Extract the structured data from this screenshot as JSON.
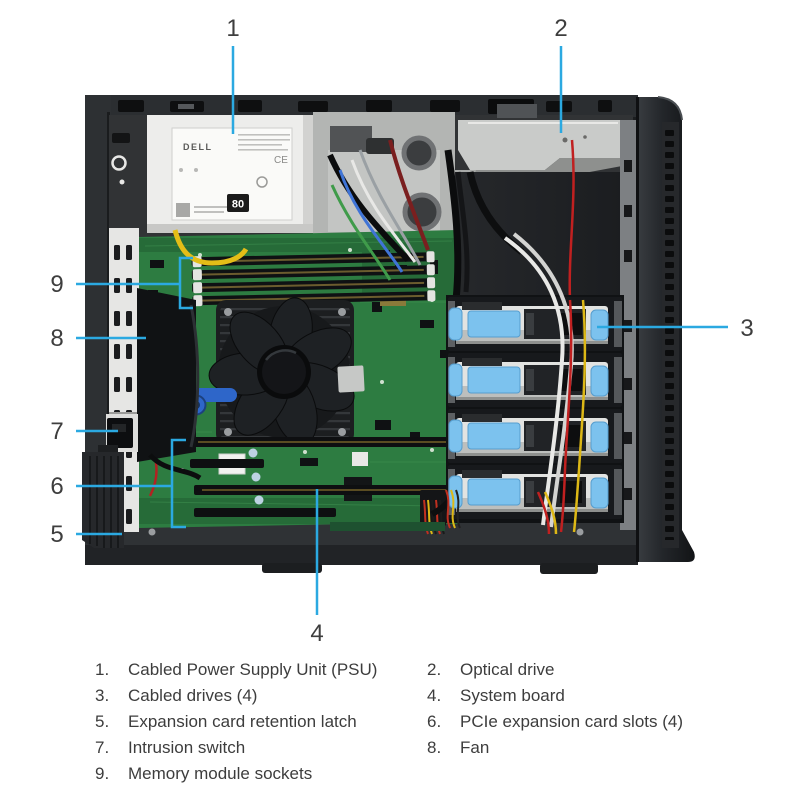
{
  "figure": {
    "description": "Inside view of a tower chassis with numbered callouts identifying internal components"
  },
  "colors": {
    "callout_line": "#2BA9E1",
    "callout_number": "#3E3E3E",
    "chassis_gray": "#393C3F",
    "bezel_dark": "#1F2124",
    "board_green": "#2D7C41",
    "psu_white": "#EDEDEB",
    "drive_clip_blue": "#7CC2EE",
    "metal_light": "#C9CBC9",
    "legend_text": "#3D3D3D"
  },
  "psu": {
    "brand": "DELL",
    "badge": "80",
    "cert": "CE"
  },
  "callouts": [
    {
      "number": "1",
      "label": "Cabled Power Supply Unit (PSU)"
    },
    {
      "number": "2",
      "label": "Optical drive"
    },
    {
      "number": "3",
      "label": "Cabled drives (4)"
    },
    {
      "number": "4",
      "label": "System board"
    },
    {
      "number": "5",
      "label": "Expansion card retention latch"
    },
    {
      "number": "6",
      "label": "PCIe expansion card slots (4)"
    },
    {
      "number": "7",
      "label": "Intrusion switch"
    },
    {
      "number": "8",
      "label": "Fan"
    },
    {
      "number": "9",
      "label": "Memory module sockets"
    }
  ],
  "legend": {
    "col1": [
      {
        "num": "1.",
        "label": "Cabled Power Supply Unit (PSU)"
      },
      {
        "num": "3.",
        "label": "Cabled drives (4)"
      },
      {
        "num": "5.",
        "label": "Expansion card retention latch"
      },
      {
        "num": "7.",
        "label": "Intrusion switch"
      },
      {
        "num": "9.",
        "label": "Memory module sockets"
      }
    ],
    "col2": [
      {
        "num": "2.",
        "label": "Optical drive"
      },
      {
        "num": "4.",
        "label": "System board"
      },
      {
        "num": "6.",
        "label": "PCIe expansion card slots (4)"
      },
      {
        "num": "8.",
        "label": "Fan"
      }
    ]
  }
}
